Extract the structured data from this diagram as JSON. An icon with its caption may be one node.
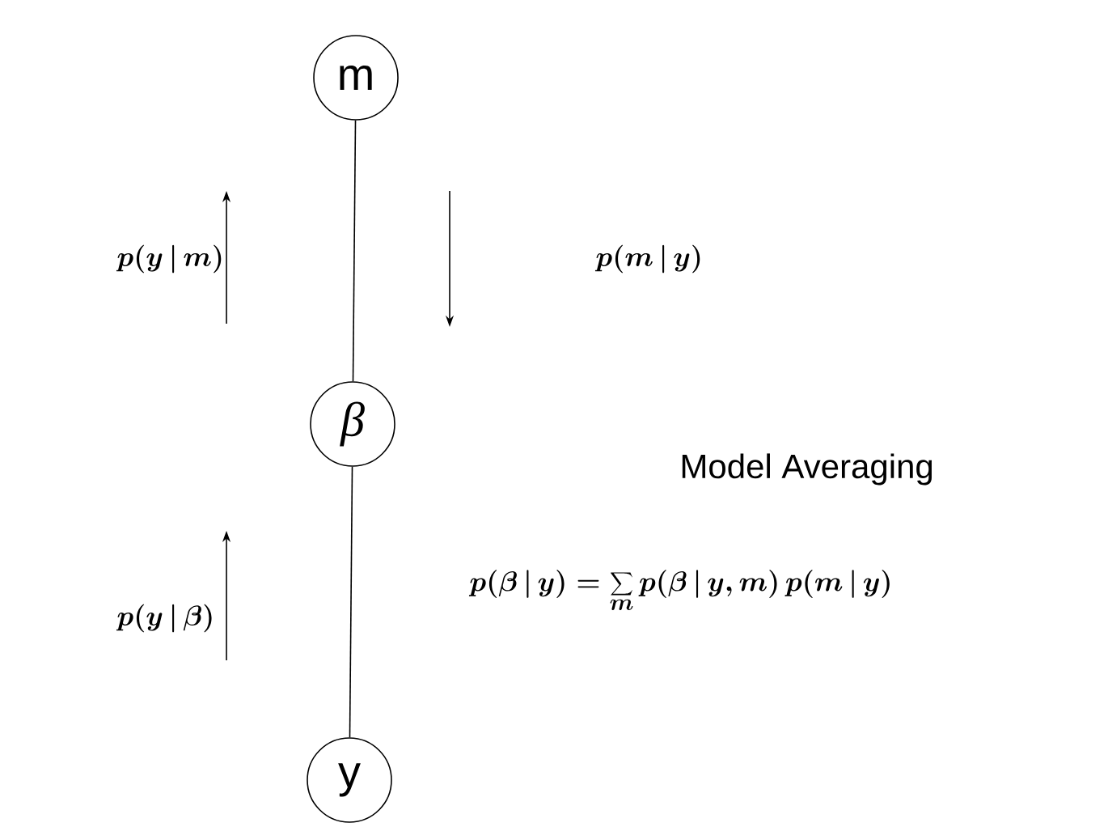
{
  "diagram": {
    "nodes": [
      {
        "text": [
          "m"
        ]
      },
      {
        "text": [
          "β"
        ]
      },
      {
        "text": [
          "y"
        ]
      }
    ],
    "edges": [
      {
        "from": 0,
        "to": 1,
        "arrow": "none"
      },
      {
        "from": 1,
        "to": 2,
        "arrow": "none"
      }
    ],
    "labels": [
      "p(y \\,|\\, m)",
      "p(m \\,|\\, y)",
      "p(y \\,|\\, \\beta)",
      "Model Averaging",
      "p(\\beta \\,|\\, y) = \\sum_{m} p(\\beta \\,|\\, y, m)\\, p(m \\,|\\, y)"
    ]
  }
}
